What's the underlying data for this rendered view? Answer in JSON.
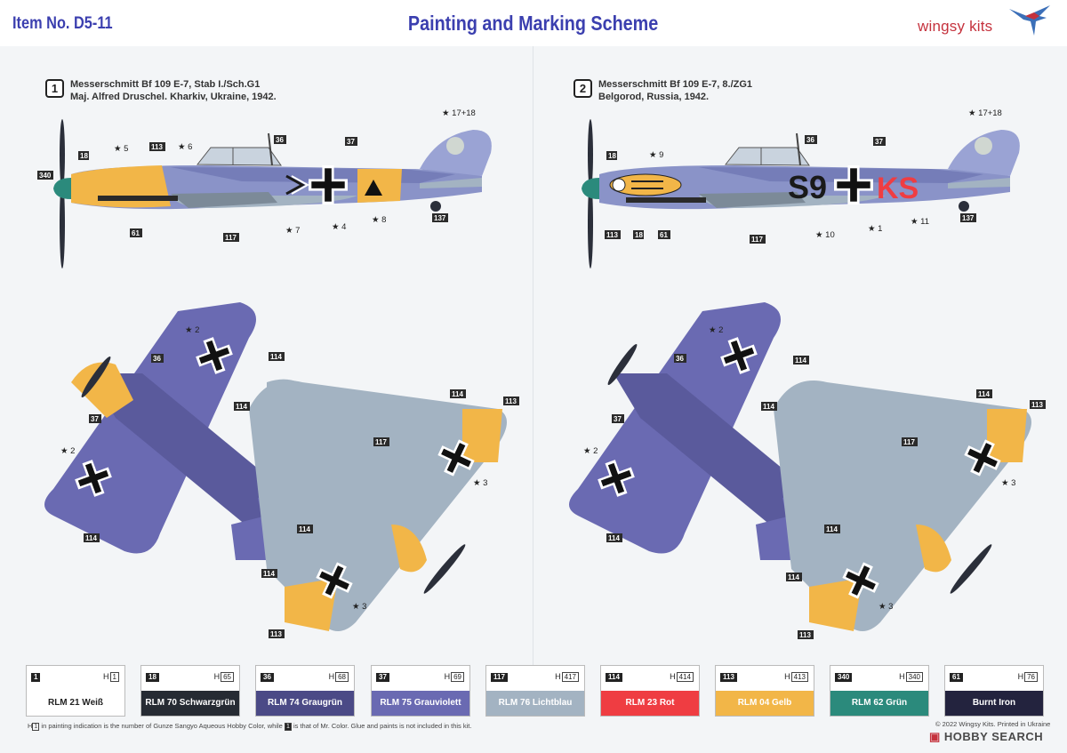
{
  "header": {
    "item_no": "Item No. D5-11",
    "title": "Painting and Marking Scheme",
    "brand": "wingsy kits",
    "accent_color": "#3b3faf",
    "brand_color": "#c5323d"
  },
  "schemes": [
    {
      "number": "1",
      "line1": "Messerschmitt Bf 109 E-7, Stab I./Sch.G1",
      "line2": "Maj. Alfred Druschel. Kharkiv, Ukraine, 1942.",
      "profile_callouts": [
        "340",
        "18",
        "5",
        "113",
        "6",
        "36",
        "37",
        "17+18",
        "61",
        "117",
        "7",
        "4",
        "8",
        "137"
      ]
    },
    {
      "number": "2",
      "line1": "Messerschmitt Bf 109 E-7, 8./ZG1",
      "line2": "Belgorod, Russia, 1942.",
      "code_letters_1": "S9",
      "code_letters_2": "KS",
      "profile_callouts": [
        "18",
        "9",
        "36",
        "37",
        "17+18",
        "113",
        "18",
        "61",
        "117",
        "10",
        "1",
        "11",
        "137"
      ]
    }
  ],
  "plan_callouts": [
    "2",
    "36",
    "37",
    "2",
    "114",
    "114",
    "114",
    "114",
    "114",
    "117",
    "113",
    "3",
    "3",
    "113"
  ],
  "colors": [
    {
      "code": "1",
      "h": "1",
      "name": "RLM 21 Weiß",
      "bg": "#ffffff",
      "fg": "#222222"
    },
    {
      "code": "18",
      "h": "65",
      "name": "RLM 70 Schwarzgrün",
      "bg": "#262b33",
      "fg": "#ffffff"
    },
    {
      "code": "36",
      "h": "68",
      "name": "RLM 74 Graugrün",
      "bg": "#4b4a86",
      "fg": "#ffffff"
    },
    {
      "code": "37",
      "h": "69",
      "name": "RLM 75 Grauviolett",
      "bg": "#6a6ab2",
      "fg": "#ffffff"
    },
    {
      "code": "117",
      "h": "417",
      "name": "RLM 76 Lichtblau",
      "bg": "#a3b3c2",
      "fg": "#ffffff"
    },
    {
      "code": "114",
      "h": "414",
      "name": "RLM 23 Rot",
      "bg": "#ef3d42",
      "fg": "#ffffff"
    },
    {
      "code": "113",
      "h": "413",
      "name": "RLM 04 Gelb",
      "bg": "#f2b648",
      "fg": "#ffffff"
    },
    {
      "code": "340",
      "h": "340",
      "name": "RLM 62 Grün",
      "bg": "#2b8a7c",
      "fg": "#ffffff"
    },
    {
      "code": "61",
      "h": "76",
      "name": "Burnt Iron",
      "bg": "#23233e",
      "fg": "#ffffff"
    }
  ],
  "footnote": {
    "h_box": "1",
    "dark_box": "1",
    "part1": "in painting indication is the number of Gunze Sangyo Aqueous Hobby Color, while",
    "part2": "is that of Mr. Color. Glue and paints is not included in this kit."
  },
  "copyright": "© 2022 Wingsy Kits. Printed in Ukraine",
  "watermark": "HOBBY SEARCH"
}
